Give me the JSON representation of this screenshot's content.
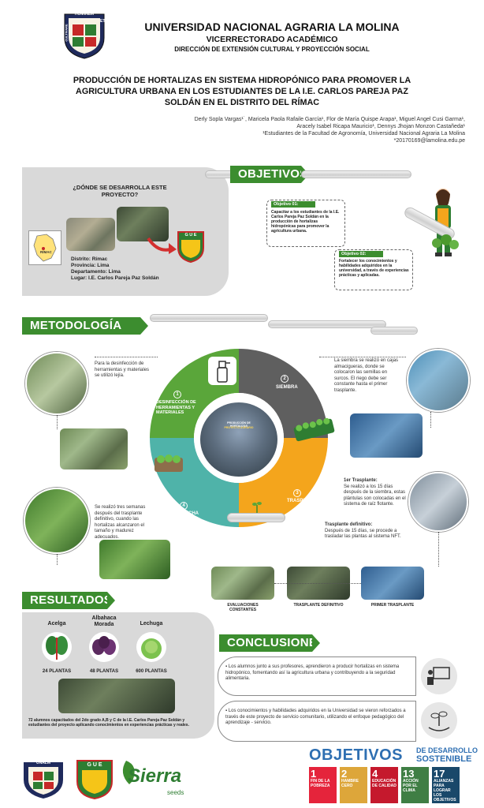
{
  "header": {
    "university": "UNIVERSIDAD NACIONAL AGRARIA LA MOLINA",
    "vicerrectorado": "VICERRECTORADO ACADÉMICO",
    "direccion": "DIRECCIÓN DE EXTENSIÓN CULTURAL Y PROYECCIÓN SOCIAL",
    "seal_text_top": "HOMINEM",
    "seal_text_left": "CULTIVARE",
    "seal_text_right": "ET"
  },
  "title": {
    "line1": "PRODUCCIÓN DE HORTALIZAS EN SISTEMA HIDROPÓNICO PARA PROMOVER LA",
    "line2": "AGRICULTURA URBANA EN LOS ESTUDIANTES DE LA I.E. CARLOS PAREJA PAZ",
    "line3": "SOLDÁN EN EL DISTRITO DEL RÍMAC"
  },
  "authors": {
    "line1": "Derly Sopla Vargas¹˙, Maricela Paola Rafaile García¹, Flor de María Quispe Arapa¹, Miguel Angel Cusi Garma¹,",
    "line2": "Aracely Isabel Ricapa Mauricio¹, Dennys Jhojan Monzon Castañeda¹",
    "line3": "¹Estudiantes de la Facultad de Agronomía, Universidad Nacional Agraria La Molina",
    "line4": "*20170169@lamolina.edu.pe"
  },
  "location": {
    "question": "¿DÓNDE SE DESARROLLA ESTE PROYECTO?",
    "map_label": "RÍMAC",
    "school_badge": "G U E",
    "distrito": "Distrito: Rímac",
    "provincia": "Provincia: Lima",
    "departamento": "Departamento: Lima",
    "lugar": "Lugar: I.E. Carlos Pareja Paz Soldán"
  },
  "objetivos": {
    "heading": "OBJETIVOS",
    "obj1_title": "Objetivo 01:",
    "obj1_text": "Capacitar a los estudiantes de la I.E. Carlos Pareja Paz Soldán en la producción de hortalizas hidropónicas para promover la agricultura urbana.",
    "obj2_title": "Objetivo 02:",
    "obj2_text": "Fortalecer los conocimientos y habilidades adquiridos en la universidad, a través de experiencias prácticas y aplicadas."
  },
  "metodologia": {
    "heading": "METODOLOGÍA",
    "step1_num": "1",
    "step1_label": "DESINFECCIÓN DE HERRAMIENTAS Y MATERIALES",
    "step2_num": "2",
    "step2_label": "SIEMBRA",
    "step3_num": "3",
    "step3_label": "TRASPLANTE",
    "step4_num": "4",
    "step4_label": "COSECHA",
    "desinfeccion_text": "Para la desinfección de herramientas y materiales se utilizó lejía.",
    "siembra_text": "La siembra se realizó en cajas almacigueras, donde se colocaron las semillas en surcos. El riego debe ser constante hasta el primer trasplante.",
    "trasplante1_title": "1er Trasplante:",
    "trasplante1_text": "Se realizó a los 15 días después de la siembra, estas plántulas son colocadas en el sistema de raíz flotante.",
    "trasplante2_title": "Trasplante definitivo:",
    "trasplante2_text": "Después de 15 días, se procede a trasladar las plantas al sistema NFT.",
    "cosecha_text": "Se realizó tres semanas después del trasplante definitivo, cuando las hortalizas alcanzaron el tamaño y madurez adecuados.",
    "cap_evaluaciones": "EVALUACIONES CONSTANTES",
    "cap_definitivo": "TRASPLANTE DEFINITIVO",
    "cap_primer": "PRIMER TRASPLANTE",
    "screen_line1": "PRODUCCIÓN DE HORTALIZAS",
    "screen_line2": "PROYECTO AGRARIO"
  },
  "resultados": {
    "heading": "RESULTADOS",
    "crop1_name": "Acelga",
    "crop1_count": "24 PLANTAS",
    "crop2_name": "Albahaca Morada",
    "crop2_count": "48 PLANTAS",
    "crop3_name": "Lechuga",
    "crop3_count": "600 PLANTAS",
    "summary": "72 alumnos capacitados del 2do grado A,B y C de la I.E. Carlos Pareja Paz Soldán y estudiantes del proyecto aplicando conocimientos en experiencias prácticas y reales."
  },
  "conclusiones": {
    "heading": "CONCLUSIONES",
    "c1": "Los alumnos junto a sus profesores, aprendieron a producir hortalizas en sistema hidropónico, fomentando así la agricultura urbana y contribuyendo a la seguridad alimentaria.",
    "c2": "Los conocimientos y habilidades adquiridos en la Universidad se vieron reforzados a través de este proyecto de servicio comunitario, utilizando el enfoque pedagógico del aprendizaje - servicio."
  },
  "logos": {
    "unalm": "UNALM",
    "gue": "G U E",
    "sierra": "Sierra",
    "seeds": "seeds"
  },
  "ods": {
    "title1": "OBJETIVOS",
    "title2": "DE DESARROLLO",
    "title3": "SOSTENIBLE",
    "t1_num": "1",
    "t1_label": "FIN DE LA POBREZA",
    "t1_color": "#e5243b",
    "t2_num": "2",
    "t2_label": "HAMBRE CERO",
    "t2_color": "#dda63a",
    "t4_num": "4",
    "t4_label": "EDUCACIÓN DE CALIDAD",
    "t4_color": "#c5192d",
    "t13_num": "13",
    "t13_label": "ACCIÓN POR EL CLIMA",
    "t13_color": "#3f7e44",
    "t17_num": "17",
    "t17_label": "ALIANZAS PARA LOGRAR LOS OBJETIVOS",
    "t17_color": "#19486a"
  },
  "colors": {
    "green": "#3c8d2f",
    "dark_green": "#2e6f23",
    "orange": "#f4a51c",
    "teal": "#4fb3a9",
    "gray": "#5f5f5f",
    "panel_gray": "#d9d9d9"
  }
}
